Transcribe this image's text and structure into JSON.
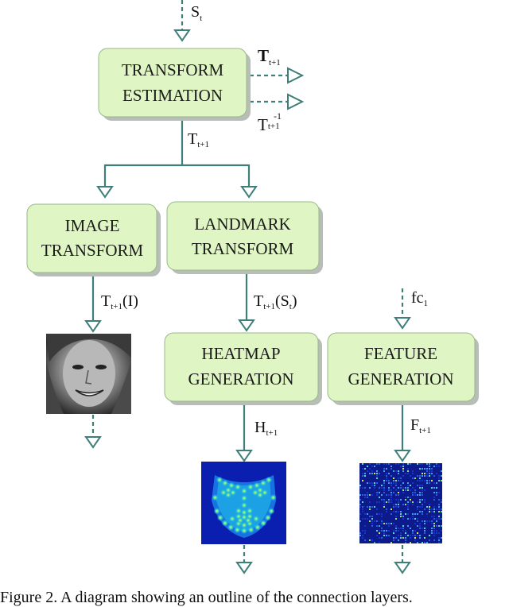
{
  "boxes": {
    "transform_estimation": [
      "TRANSFORM",
      "ESTIMATION"
    ],
    "image_transform": [
      "IMAGE",
      "TRANSFORM"
    ],
    "landmark_transform": [
      "LANDMARK",
      "TRANSFORM"
    ],
    "heatmap_generation": [
      "HEATMAP",
      "GENERATION"
    ],
    "feature_generation": [
      "FEATURE",
      "GENERATION"
    ]
  },
  "labels": {
    "input_state": {
      "main": "S",
      "sub": "t"
    },
    "out_transform": {
      "main": "T",
      "sub": "t+1"
    },
    "out_inverse": {
      "main": "T",
      "sub": "t+1",
      "sup": "-1"
    },
    "mid_transform": {
      "main": "T",
      "sub": "t+1"
    },
    "image_label": {
      "main": "T",
      "sub": "t+1",
      "tail": "(I)"
    },
    "landmark_label": {
      "main": "T",
      "sub": "t+1",
      "tail_a": "(S",
      "tail_sub": "t",
      "tail_b": ")"
    },
    "fc_input": {
      "main": "fc",
      "sub": "1"
    },
    "heatmap_label": {
      "main": "H",
      "sub": "t+1"
    },
    "feature_label": {
      "main": "F",
      "sub": "t+1"
    }
  },
  "caption": "Figure 2. A diagram showing an outline of the connection layers.",
  "colors": {
    "box_fill": "#dff5c4",
    "wire": "#3f7f7a",
    "heatmap_bg": "#0a1fb0",
    "feature_bg": "#0c1a8c"
  }
}
